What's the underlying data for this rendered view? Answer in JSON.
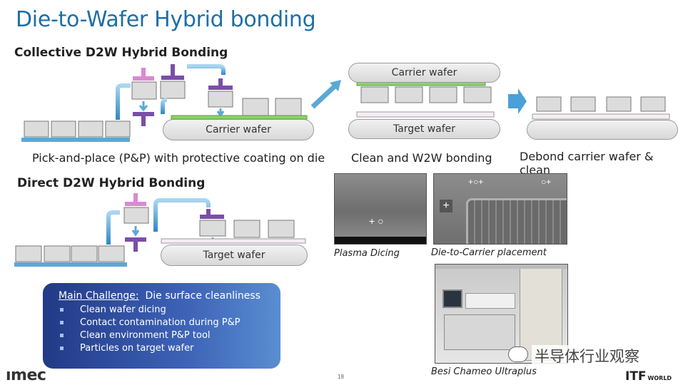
{
  "title": "Die-to-Wafer Hybrid bonding",
  "collective": {
    "heading": "Collective D2W Hybrid Bonding",
    "carrier_wafer": "Carrier wafer",
    "carrier_wafer_top": "Carrier wafer",
    "target_wafer": "Target wafer",
    "caption_pp": "Pick-and-place (P&P) with protective coating on die",
    "caption_w2w": "Clean and W2W bonding",
    "caption_debond": "Debond carrier wafer & clean"
  },
  "direct": {
    "heading": "Direct D2W Hybrid Bonding",
    "target_wafer": "Target wafer"
  },
  "photos": {
    "plasma": "Plasma Dicing",
    "placement": "Die-to-Carrier placement",
    "tool": "Besi Chameo Ultraplus"
  },
  "challenge": {
    "label": "Main Challenge:",
    "text": "Die surface cleanliness",
    "items": [
      "Clean wafer dicing",
      "Contact contamination during P&P",
      "Clean environment P&P tool",
      "Particles on target wafer"
    ]
  },
  "footer": {
    "imec": "ımec",
    "page": "18",
    "itf": "ITF",
    "world": "WORLD",
    "watermark": "半导体行业观察"
  },
  "colors": {
    "title": "#1d6fa5",
    "arrow": "#5aa9d6",
    "pick_tool": "#7a4fa8",
    "pick_tool_light": "#d98ad0",
    "coating": "#8fd16a"
  }
}
